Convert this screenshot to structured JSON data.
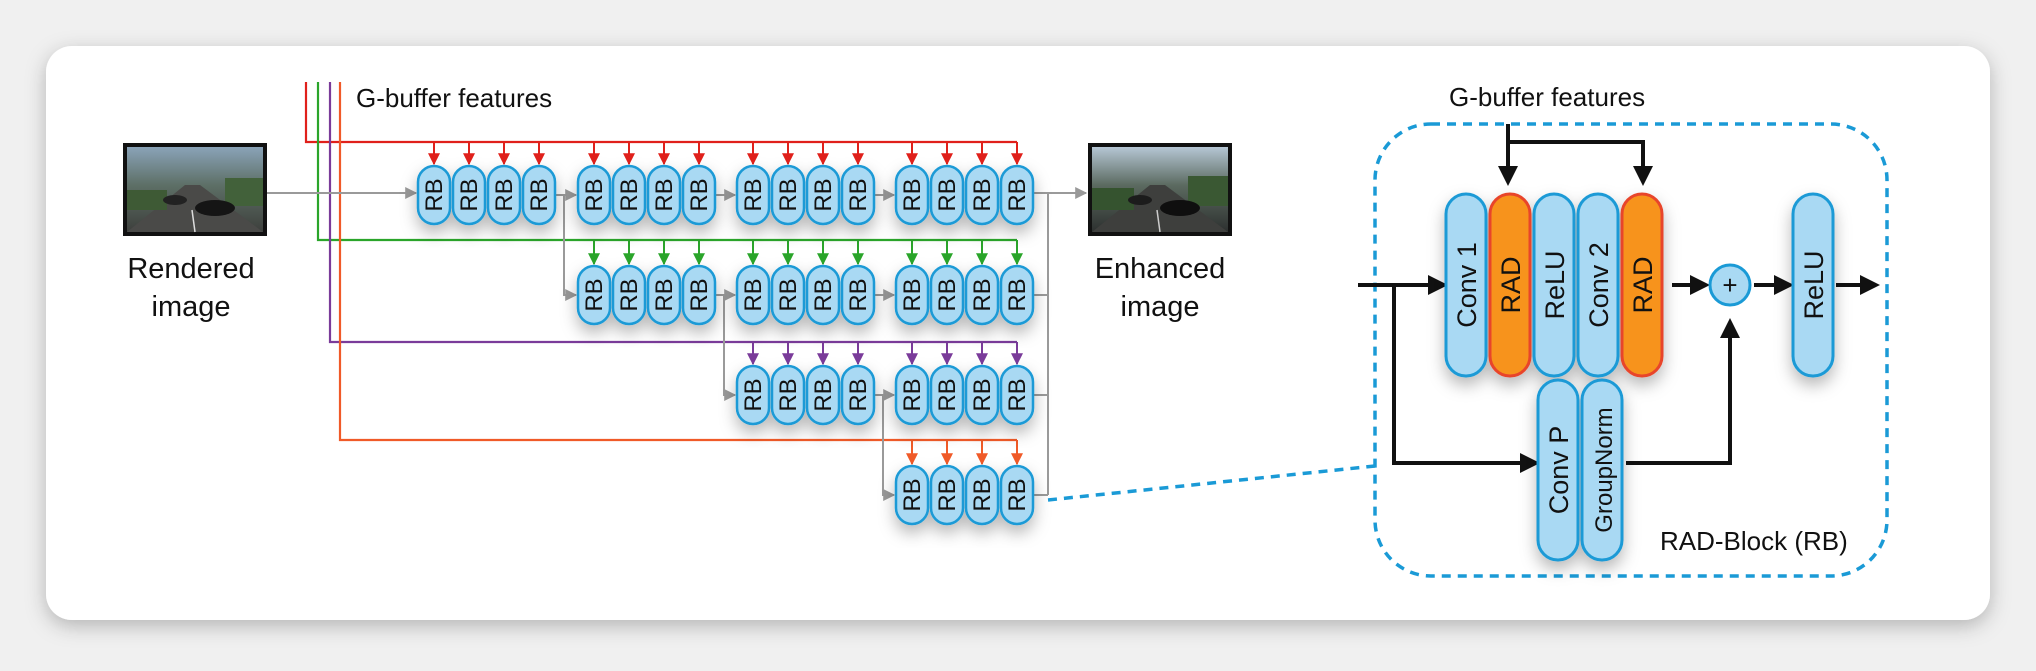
{
  "left_gbuffer_label": "G-buffer features",
  "right_gbuffer_label": "G-buffer features",
  "rendered_label": [
    "Rendered",
    "image"
  ],
  "enhanced_label": [
    "Enhanced",
    "image"
  ],
  "rb_label": "RB",
  "detail": {
    "conv1": "Conv 1",
    "rad1": "RAD",
    "relu1": "ReLU",
    "conv2": "Conv 2",
    "rad2": "RAD",
    "plus": "+",
    "relu_out": "ReLU",
    "convp": "Conv P",
    "groupnorm": "GroupNorm",
    "block_label": "RAD-Block (RB)"
  },
  "colors": {
    "rb_fill": "#a9d9f3",
    "rb_stroke": "#1a9ad6",
    "rad_fill": "#f7931e",
    "rad_stroke": "#e8452c",
    "feat_red": "#e0201b",
    "feat_green": "#2aa52a",
    "feat_purple": "#7a3b9a",
    "feat_orange": "#f05a28",
    "dash": "#1a9ad6"
  }
}
